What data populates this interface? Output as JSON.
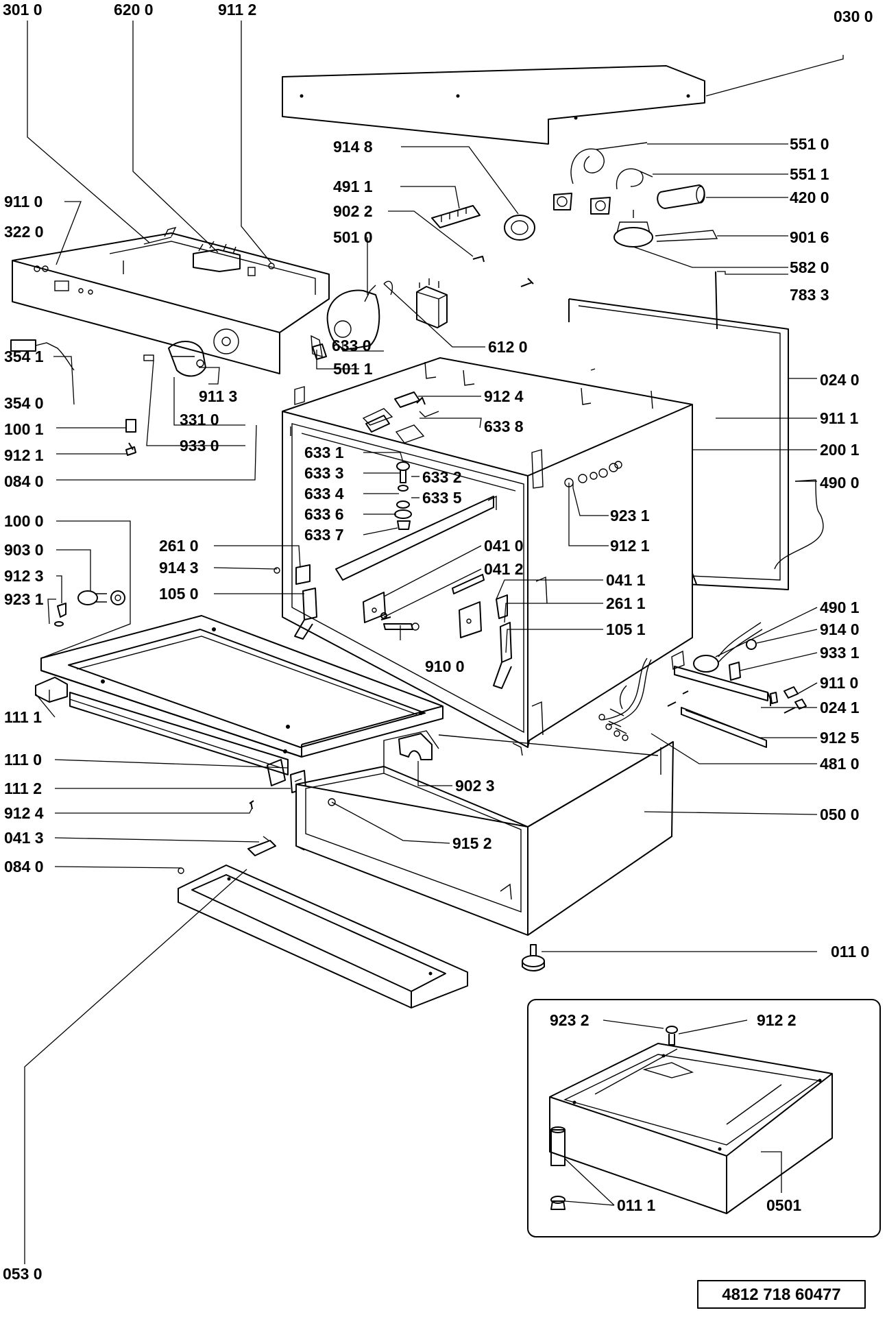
{
  "labels": {
    "l3010": "301 0",
    "l6200": "620 0",
    "l9112": "911 2",
    "l0300": "030 0",
    "l9148": "914 8",
    "l4911": "491 1",
    "l9022": "902 2",
    "l5010": "501 0",
    "l5510": "551 0",
    "l5511": "551 1",
    "l4200": "420 0",
    "l9016": "901 6",
    "l5820": "582 0",
    "l7833": "783 3",
    "l9110a": "911 0",
    "l3220": "322 0",
    "l6330": "633 0",
    "l5011": "501 1",
    "l6120": "612 0",
    "l3541": "354 1",
    "l3540": "354 0",
    "l9113": "911 3",
    "l3310": "331 0",
    "l0240": "024 0",
    "l9124a": "912 4",
    "l6338": "633 8",
    "l9111": "911 1",
    "l1001": "100 1",
    "l9121a": "912 1",
    "l9330": "933 0",
    "l0840a": "084 0",
    "l2001": "200 1",
    "l6331": "633 1",
    "l6333": "633 3",
    "l6332": "633 2",
    "l6334": "633 4",
    "l6335": "633 5",
    "l6336": "633 6",
    "l6337": "633 7",
    "l4900": "490 0",
    "l9231a": "923 1",
    "l9121b": "912 1",
    "l1000": "100 0",
    "l9030": "903 0",
    "l2610": "261 0",
    "l0410": "041 0",
    "l9143": "914 3",
    "l0412": "041 2",
    "l9123": "912 3",
    "l1050": "105 0",
    "l0411": "041 1",
    "l9231b": "923 1",
    "l2611": "261 1",
    "l1051": "105 1",
    "l4901": "490 1",
    "l9140": "914 0",
    "l9100": "910 0",
    "l9331": "933 1",
    "l1111": "111 1",
    "l9110b": "911 0",
    "l0241": "024 1",
    "l9125": "912 5",
    "l4810": "481 0",
    "l1110": "111 0",
    "l1112": "111 2",
    "l9023": "902 3",
    "l0500": "050 0",
    "l9124b": "912 4",
    "l9152": "915 2",
    "l0413": "041 3",
    "l0840b": "084 0",
    "l0110": "011 0",
    "l9232": "923 2",
    "l9122": "912 2",
    "l0111": "011 1",
    "l0501": "0501",
    "l0530": "053 0"
  },
  "document_number": "4812 718 60477"
}
